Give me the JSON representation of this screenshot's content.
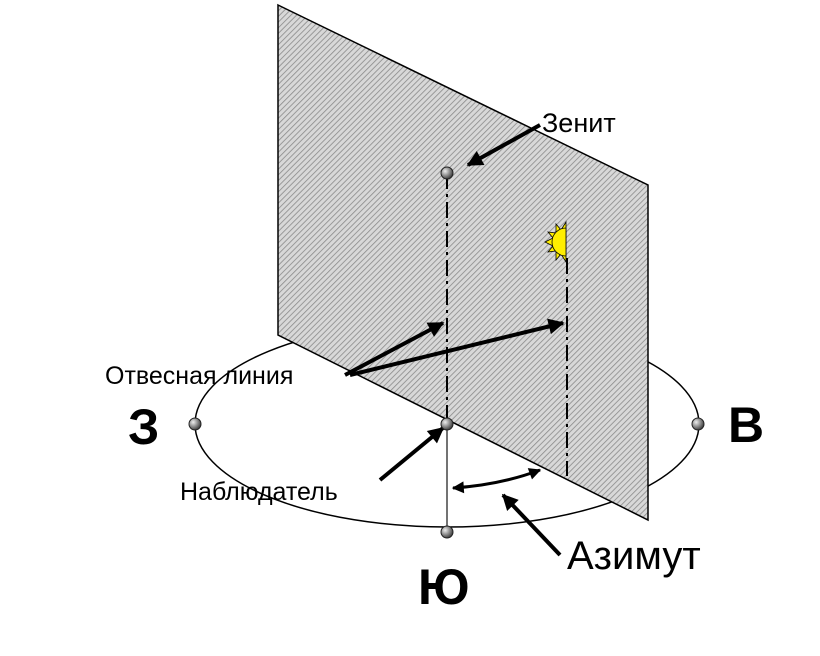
{
  "labels": {
    "zenith": "Зенит",
    "plumb_line": "Отвесная линия",
    "observer": "Наблюдатель",
    "azimuth": "Азимут",
    "west": "З",
    "east": "В",
    "south": "Ю"
  },
  "colors": {
    "sun": "#ffee00",
    "plane_hatch": "#8a8a8a"
  }
}
